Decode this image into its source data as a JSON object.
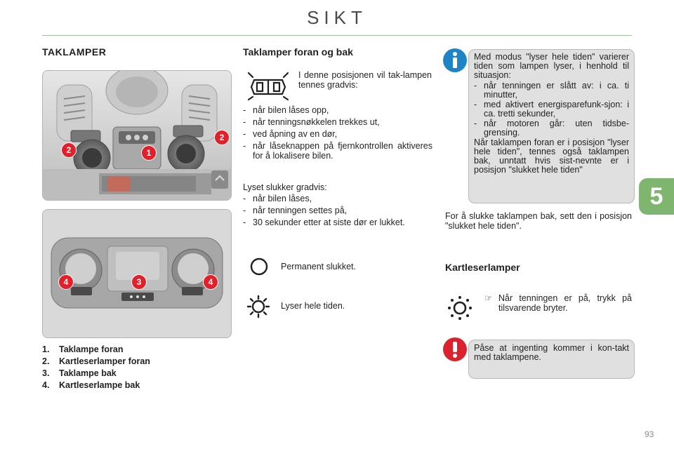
{
  "header": {
    "title": "SIKT",
    "tab_number": "5",
    "page_number": "93"
  },
  "left": {
    "heading": "TAKLAMPER",
    "badges": [
      "1",
      "2",
      "3",
      "4"
    ],
    "legend": [
      {
        "num": "1.",
        "label": "Taklampe foran"
      },
      {
        "num": "2.",
        "label": "Kartleserlamper foran"
      },
      {
        "num": "3.",
        "label": "Taklampe bak"
      },
      {
        "num": "4.",
        "label": "Kartleserlampe bak"
      }
    ]
  },
  "middle": {
    "heading": "Taklamper foran og bak",
    "door_intro": "I denne posisjonen vil tak-lampen tennes gradvis:",
    "on_list": [
      "når bilen låses opp,",
      "når tenningsnøkkelen trekkes ut,",
      "ved åpning av en dør,",
      "når låseknappen på fjernkontrollen aktiveres for å lokalisere bilen."
    ],
    "off_intro": "Lyset slukker gradvis:",
    "off_list": [
      "når bilen låses,",
      "når tenningen settes på,",
      "30 sekunder etter at siste dør er lukket."
    ],
    "permanent_off": "Permanent slukket.",
    "always_on": "Lyser hele tiden."
  },
  "right": {
    "info": {
      "intro": "Med modus \"lyser hele tiden\" varierer tiden som lampen lyser, i henhold til situasjon:",
      "items": [
        "når tenningen er slått av: i ca. ti minutter,",
        "med aktivert energisparefunk-sjon: i ca. tretti sekunder,",
        "når motoren går: uten tidsbe-grensing."
      ],
      "outro": "Når taklampen foran er i posisjon \"lyser hele tiden\", tennes også taklampen bak, unntatt hvis sist-nevnte er i posisjon \"slukket hele tiden\""
    },
    "rear_off": "For å slukke taklampen bak, sett den i posisjon \"slukket hele tiden\".",
    "kart_heading": "Kartleserlamper",
    "kart_text": "Når tenningen er på, trykk på tilsvarende bryter.",
    "warning": "Påse at ingenting kommer i kon-takt med taklampene."
  },
  "colors": {
    "accent_green": "#7eb66f",
    "info_blue": "#1f84c5",
    "warning_red": "#d9232d",
    "badge_red": "#e0202a"
  }
}
